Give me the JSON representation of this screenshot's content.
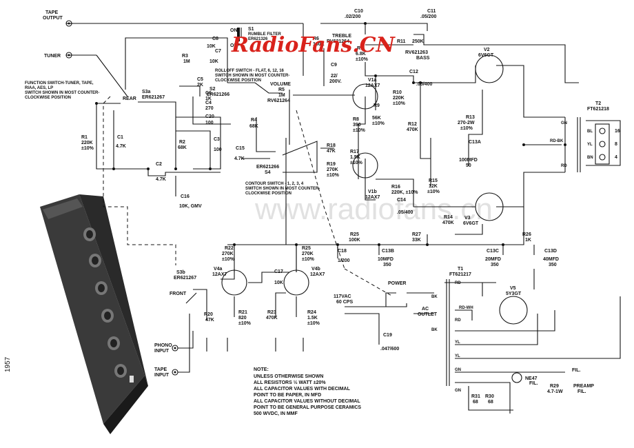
{
  "watermark": "RadioFans.CN",
  "watermark_faint": "www.radiofans.cn",
  "year_stamp": "1957",
  "jacks": {
    "tape_output": [
      "TAPE",
      "OUTPUT"
    ],
    "tuner": "TUNER",
    "phono_input": [
      "PHONO",
      "INPUT"
    ],
    "tape_input": [
      "TAPE",
      "INPUT"
    ]
  },
  "function_switch_note": [
    "FUNCTION SWITCH-TUNER, TAPE,",
    "RIAA, AES, LP",
    "SWITCH SHOWN IN MOST COUNTER-",
    "CLOCKWISE POSITION"
  ],
  "switches": {
    "s3a": [
      "S3a",
      "ER621267"
    ],
    "rear": "REAR",
    "s2": [
      "S2",
      "ER621266"
    ],
    "s4": [
      "ER621266",
      "S4"
    ],
    "s3b": [
      "S3b",
      "ER621267"
    ],
    "front": "FRONT",
    "s1": [
      "S1",
      "RUMBLE FILTER",
      "ER621326"
    ],
    "s1_on": "ON",
    "s1_off": "OFF",
    "rolloff_note": [
      "ROLLOFF SWITCH - FLAT, 6, 12, 16",
      "SWITCH SHOWN IN MOST COUNTER-",
      "CLOCKWISE POSITION"
    ],
    "contour_note": [
      "CONTOUR SWITCH - 1, 2, 3, 4",
      "SWITCH SHOWN IN MOST COUNTER-",
      "CLOCKWISE POSITION"
    ],
    "power": "POWER"
  },
  "resistors": {
    "r1": [
      "R1",
      "220K",
      "±10%"
    ],
    "r2": [
      "R2",
      "68K"
    ],
    "r3": [
      "R3",
      "1M"
    ],
    "r4": [
      "R4",
      "68K"
    ],
    "r5": [
      "R5",
      "1M"
    ],
    "r6": [
      "R6",
      "180K"
    ],
    "r7": [
      "R7",
      "6.8K",
      "±10%"
    ],
    "r8": [
      "R8",
      "390",
      "±10%"
    ],
    "r9": [
      "R9",
      "56K",
      "±10%"
    ],
    "r10": [
      "R10",
      "220K",
      "±10%"
    ],
    "r11": "R11",
    "r12": [
      "R12",
      "470K"
    ],
    "r13": [
      "R13",
      "270-2W",
      "±10%"
    ],
    "r14": [
      "R14",
      "470K"
    ],
    "r15": [
      "R15",
      "12K",
      "±10%"
    ],
    "r16": [
      "R16",
      "220K, ±10%"
    ],
    "r17": [
      "R17",
      "1.5K",
      "±10%"
    ],
    "r18": [
      "R18",
      "47K"
    ],
    "r19": [
      "R19",
      "270K",
      "±10%"
    ],
    "r20": [
      "R20",
      "47K"
    ],
    "r21": [
      "R21",
      "820",
      "±10%"
    ],
    "r22": [
      "R22",
      "270K",
      "±10%"
    ],
    "r23": [
      "R23",
      "470K"
    ],
    "r24": [
      "R24",
      "1.5K",
      "±10%"
    ],
    "r25": [
      "R25",
      "270K",
      "±10%"
    ],
    "r25b": [
      "R25",
      "100K"
    ],
    "r26": [
      "R26",
      "1K"
    ],
    "r27": [
      "R27",
      "33K"
    ],
    "r29": [
      "R29",
      "4.7-1W"
    ],
    "r30": [
      "R30",
      "68"
    ],
    "r31": [
      "R31",
      "68"
    ]
  },
  "controls": {
    "volume": [
      "VOLUME",
      "R5",
      "1M",
      "RV621264"
    ],
    "treble": [
      "TREBLE",
      "RV621264"
    ],
    "bass": [
      "250K",
      "RV621263",
      "BASS"
    ]
  },
  "capacitors": {
    "c1": [
      "C1",
      "4.7K"
    ],
    "c2": [
      "C2",
      "4.7K"
    ],
    "c3": [
      "C3",
      "100"
    ],
    "c4": [
      "C4",
      "270"
    ],
    "c5": [
      "C5",
      "2K"
    ],
    "c6": [
      "C6",
      "1K"
    ],
    "c7": [
      "C7",
      "10K"
    ],
    "c8": [
      "C8",
      "10K"
    ],
    "c9": [
      "C9",
      "22/",
      "200V."
    ],
    "c10": [
      "C10",
      ".02/200"
    ],
    "c11": [
      "C11",
      ".05/200"
    ],
    "c12": [
      "C12",
      ".05/400"
    ],
    "c13a": [
      "C13A",
      "100MFD",
      "50"
    ],
    "c13b": [
      "C13B",
      "10MFD",
      "350"
    ],
    "c13c": [
      "C13C",
      "20MFD",
      "350"
    ],
    "c13d": [
      "C13D",
      "40MFD",
      "350"
    ],
    "c14": [
      "C14",
      ".05/400"
    ],
    "c15": [
      "C15",
      "4.7K"
    ],
    "c16": [
      "C16",
      "10K, GMV"
    ],
    "c17": [
      "C17",
      "10K"
    ],
    "c18": [
      "C18",
      "1/200"
    ],
    "c19": [
      "C19",
      ".047/600"
    ],
    "c20": [
      "C20",
      "100"
    ]
  },
  "tubes": {
    "v1a": [
      "V1a",
      "12AX7"
    ],
    "v1b": [
      "V1b",
      "12AX7"
    ],
    "v2": [
      "V2",
      "6V6GT"
    ],
    "v3": [
      "V3",
      "6V6GT"
    ],
    "v4a": [
      "V4a",
      "12AX7"
    ],
    "v4b": [
      "V4b",
      "12AX7"
    ],
    "v5": [
      "V5",
      "5Y3GT"
    ],
    "pilot": "NE47"
  },
  "transformers": {
    "t1": [
      "T1",
      "FT621217"
    ],
    "t2": [
      "T2",
      "FT621218"
    ],
    "t2_leads": [
      "GN",
      "BL",
      "YL",
      "BN",
      "RD-BK",
      "RD"
    ],
    "t2_taps": [
      "16",
      "8",
      "4"
    ],
    "t1_leads": [
      "RD",
      "RD-WH",
      "RD",
      "BK",
      "BK",
      "YL",
      "YL",
      "GN",
      "GN"
    ]
  },
  "power_section": {
    "mains": [
      "117VAC",
      "60 CPS"
    ],
    "outlet": [
      "AC",
      "OUTLET"
    ],
    "fil": "FIL.",
    "fil2": "FIL.",
    "preamp_fil": [
      "PREAMP",
      "FIL."
    ]
  },
  "note": [
    "NOTE:",
    "UNLESS OTHERWISE SHOWN",
    "ALL RESISTORS ½ WATT ±20%",
    "ALL CAPACITOR VALUES WITH DECIMAL",
    "POINT TO BE PAPER, IN MFD",
    "ALL CAPACITOR VALUES WITHOUT DECIMAL",
    "POINT TO BE GENERAL PURPOSE CERAMICS",
    "500 WVDC, IN MMF"
  ]
}
